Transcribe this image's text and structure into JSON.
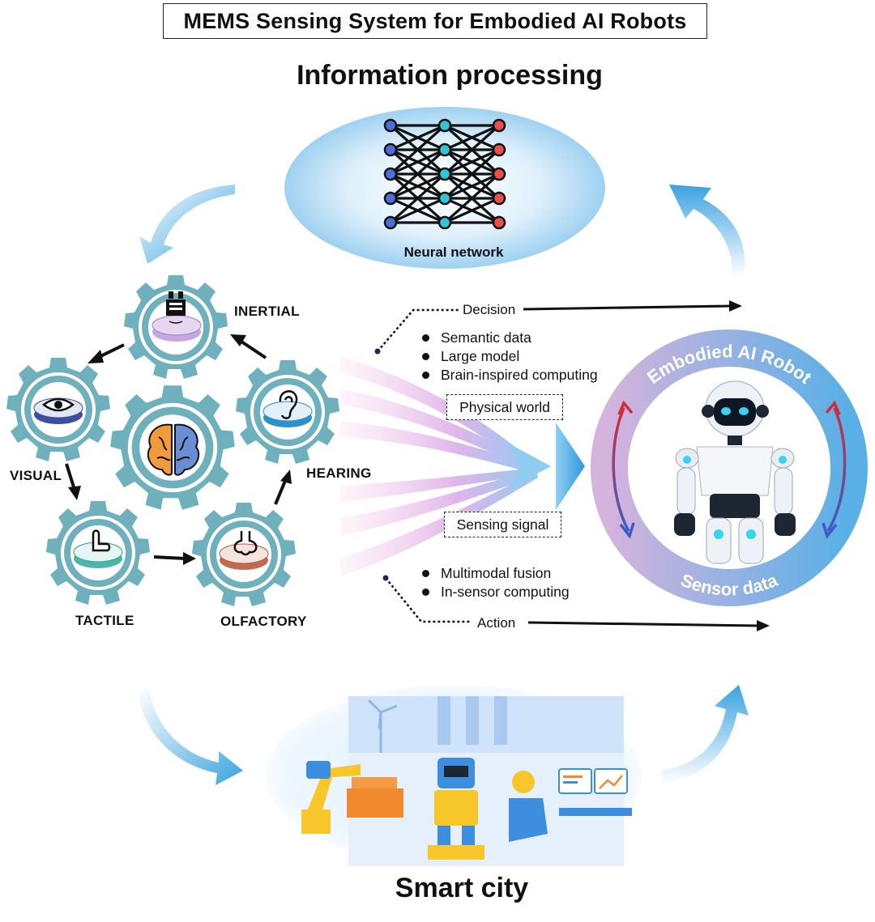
{
  "title": "MEMS Sensing System for Embodied AI Robots",
  "top_heading": "Information processing",
  "neural_network_label": "Neural network",
  "gear_labels": {
    "inertial": "INERTIAL",
    "visual": "VISUAL",
    "tactile": "TACTILE",
    "olfactory": "OLFACTORY",
    "hearing": "HEARING"
  },
  "decision_label": "Decision",
  "action_label": "Action",
  "top_bullets": [
    "Semantic data",
    "Large model",
    "Brain-inspired computing"
  ],
  "bottom_bullets": [
    "Multimodal fusion",
    "In-sensor computing"
  ],
  "physical_world_label": "Physical world",
  "sensing_signal_label": "Sensing signal",
  "ring_top_text": "Embodied AI Robot",
  "ring_bottom_text": "Sensor data",
  "bottom_heading": "Smart city",
  "colors": {
    "gear": "#6fb0bd",
    "gear_dark": "#4f8f9c",
    "arrow_blue": "#4aa8e2",
    "ring_left": "#c9a6d6",
    "ring_right": "#5db3e6",
    "nn_blue": "#4a6fd8",
    "nn_cyan": "#2fc7d8",
    "nn_red": "#e8504a"
  },
  "icons": [
    "imu-chip-icon",
    "eye-icon",
    "finger-touch-icon",
    "nose-icon",
    "ear-icon",
    "brain-icon",
    "robot-figure",
    "factory-scene"
  ]
}
